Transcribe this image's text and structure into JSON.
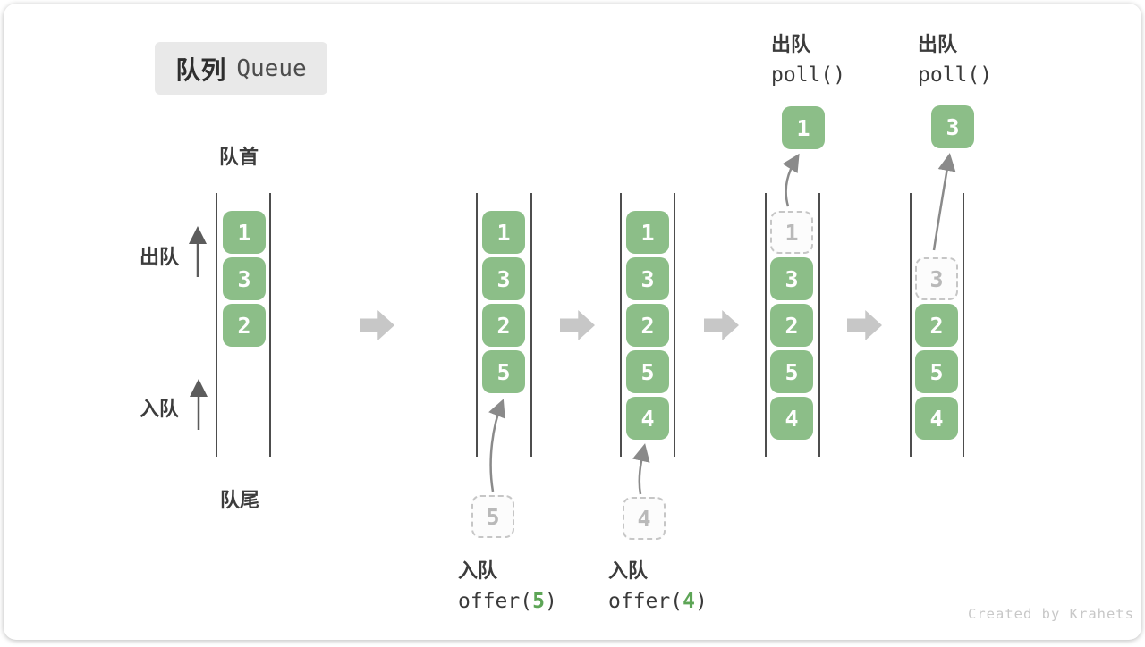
{
  "title": {
    "zh": "队列",
    "en": "Queue"
  },
  "anchors": {
    "front": "队首",
    "rear": "队尾"
  },
  "side": {
    "dequeue": "出队",
    "enqueue": "入队"
  },
  "watermark": "Created by Krahets",
  "colors": {
    "box_green": "#8cbe88",
    "code_arg_green": "#5da556",
    "dashed_border": "#c6c6c6",
    "dashed_text": "#b9b9b9",
    "block_arrow_gray": "#c7c7c7",
    "channel_line": "#4d4d4d",
    "curve_arrow_gray": "#8a8a8a",
    "text_dark": "#3c3c3c",
    "badge_bg": "#e9e9e9",
    "watermark_gray": "#c8c8c8"
  },
  "stages": [
    {
      "boxes": [
        "1",
        "3",
        "2"
      ]
    },
    {
      "boxes": [
        "1",
        "3",
        "2",
        "5"
      ],
      "pending": "5",
      "op": {
        "label": "入队",
        "pre": "offer(",
        "arg": "5",
        "post": ")"
      }
    },
    {
      "boxes": [
        "1",
        "3",
        "2",
        "5",
        "4"
      ],
      "pending": "4",
      "op": {
        "label": "入队",
        "pre": "offer(",
        "arg": "4",
        "post": ")"
      }
    },
    {
      "removed": "1",
      "boxes": [
        "3",
        "2",
        "5",
        "4"
      ],
      "out": "1",
      "header": {
        "label": "出队",
        "code": "poll()"
      }
    },
    {
      "removed": "3",
      "boxes": [
        "2",
        "5",
        "4"
      ],
      "out": "3",
      "header": {
        "label": "出队",
        "code": "poll()"
      }
    }
  ]
}
